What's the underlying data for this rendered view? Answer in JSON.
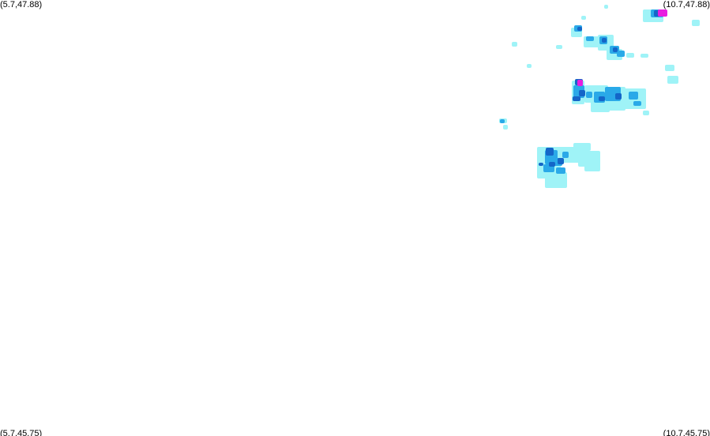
{
  "corners": {
    "top_left": "(5.7,47.88)",
    "top_right": "(10.7,47.88)",
    "bottom_left": "(5.7,45.75)",
    "bottom_right": "(10.7,45.75)"
  },
  "colors": {
    "light": "#9ff3f7",
    "medium": "#2aa9e8",
    "strong": "#1466c8",
    "extreme": "#e81ee0"
  },
  "layers": [
    {
      "name": "light-precipitation",
      "color": "#9ff3f7",
      "cells": [
        [
          814,
          12,
          26,
          16
        ],
        [
          876,
          25,
          10,
          8
        ],
        [
          736,
          20,
          6,
          5
        ],
        [
          765,
          6,
          5,
          5
        ],
        [
          723,
          35,
          14,
          12
        ],
        [
          739,
          46,
          20,
          14
        ],
        [
          757,
          44,
          20,
          20
        ],
        [
          768,
          62,
          20,
          14
        ],
        [
          793,
          67,
          10,
          6
        ],
        [
          811,
          68,
          10,
          5
        ],
        [
          842,
          82,
          12,
          8
        ],
        [
          845,
          96,
          14,
          10
        ],
        [
          648,
          53,
          7,
          6
        ],
        [
          704,
          57,
          8,
          5
        ],
        [
          667,
          81,
          6,
          5
        ],
        [
          724,
          102,
          16,
          30
        ],
        [
          740,
          108,
          30,
          22
        ],
        [
          756,
          110,
          36,
          30
        ],
        [
          748,
          128,
          24,
          14
        ],
        [
          790,
          112,
          28,
          26
        ],
        [
          814,
          140,
          8,
          6
        ],
        [
          632,
          150,
          10,
          6
        ],
        [
          637,
          158,
          6,
          6
        ],
        [
          680,
          186,
          30,
          40
        ],
        [
          690,
          218,
          28,
          20
        ],
        [
          705,
          186,
          30,
          20
        ],
        [
          726,
          181,
          22,
          10
        ],
        [
          732,
          191,
          28,
          20
        ],
        [
          740,
          203,
          20,
          14
        ]
      ]
    },
    {
      "name": "moderate-precipitation",
      "color": "#2aa9e8",
      "cells": [
        [
          824,
          12,
          16,
          10
        ],
        [
          727,
          32,
          10,
          8
        ],
        [
          742,
          46,
          10,
          6
        ],
        [
          759,
          46,
          10,
          10
        ],
        [
          772,
          58,
          12,
          10
        ],
        [
          781,
          64,
          10,
          8
        ],
        [
          726,
          108,
          14,
          16
        ],
        [
          742,
          116,
          8,
          8
        ],
        [
          752,
          116,
          14,
          14
        ],
        [
          766,
          110,
          20,
          18
        ],
        [
          796,
          116,
          12,
          10
        ],
        [
          802,
          128,
          10,
          6
        ],
        [
          633,
          151,
          6,
          5
        ],
        [
          690,
          190,
          16,
          18
        ],
        [
          700,
          200,
          12,
          10
        ],
        [
          688,
          208,
          14,
          10
        ],
        [
          712,
          192,
          8,
          8
        ],
        [
          704,
          212,
          12,
          8
        ]
      ]
    },
    {
      "name": "heavy-precipitation",
      "color": "#1466c8",
      "cells": [
        [
          828,
          13,
          10,
          8
        ],
        [
          731,
          34,
          6,
          5
        ],
        [
          762,
          48,
          6,
          6
        ],
        [
          776,
          60,
          6,
          6
        ],
        [
          728,
          100,
          10,
          8
        ],
        [
          725,
          122,
          10,
          6
        ],
        [
          733,
          114,
          8,
          8
        ],
        [
          758,
          122,
          8,
          6
        ],
        [
          779,
          118,
          8,
          8
        ],
        [
          691,
          187,
          10,
          10
        ],
        [
          695,
          205,
          8,
          6
        ],
        [
          706,
          200,
          8,
          8
        ],
        [
          682,
          206,
          6,
          4
        ]
      ]
    },
    {
      "name": "extreme-precipitation",
      "color": "#e81ee0",
      "cells": [
        [
          833,
          12,
          12,
          9
        ],
        [
          731,
          101,
          7,
          8
        ]
      ]
    }
  ]
}
